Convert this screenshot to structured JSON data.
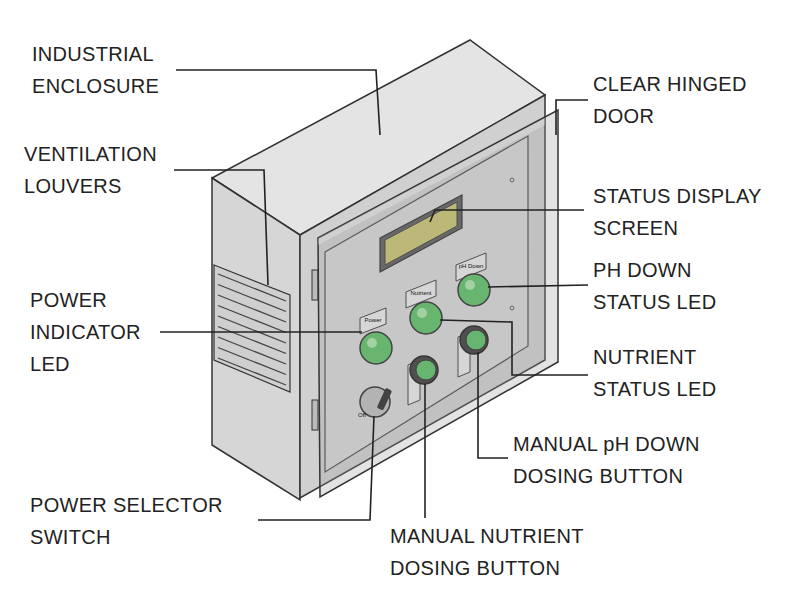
{
  "diagram": {
    "labels": [
      "INDUSTRIAL ENCLOSURE",
      "CLEAR HINGED DOOR",
      "VENTILATION LOUVERS",
      "STATUS DISPLAY SCREEN",
      "POWER INDICATOR LED",
      "PH DOWN STATUS LED",
      "NUTRIENT STATUS LED",
      "MANUAL pH DOWN DOSING BUTTON",
      "POWER SELECTOR SWITCH",
      "MANUAL NUTRIENT DOSING BUTTON",
      "Power",
      "Nutrient",
      "pH Down",
      "Off"
    ]
  }
}
